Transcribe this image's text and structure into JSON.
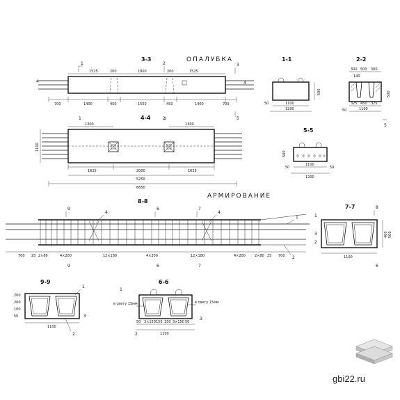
{
  "sections": {
    "formwork_title": "ОПАЛУБКА",
    "reinforcement_title": "АРМИРОВАНИЕ",
    "s33": "3-3",
    "s44": "4-4",
    "s11": "1-1",
    "s22": "2-2",
    "s55": "5-5",
    "s88": "8-8",
    "s77": "7-7",
    "s99": "9-9",
    "s66": "6-6"
  },
  "markers": {
    "m1": "1",
    "m2": "2",
    "m3": "3",
    "m4": "4",
    "m5": "5",
    "m6": "6",
    "m7": "7",
    "m8": "8",
    "m9": "9"
  },
  "dims33": {
    "top": [
      "1525",
      "200",
      "1800",
      "200",
      "1525"
    ],
    "bottom": [
      "700",
      "1400",
      "450",
      "1550",
      "450",
      "1400",
      "700"
    ]
  },
  "dims44": {
    "top_left": "1300",
    "top_right": "1300",
    "left": "1100",
    "row1": [
      "1625",
      "2000",
      "1625"
    ],
    "total1": "5250",
    "total2": "6650"
  },
  "dims11": {
    "w1": "1100",
    "w2": "1200",
    "left": "50",
    "right": "500"
  },
  "dims22": {
    "top": [
      "300",
      "500",
      "300"
    ],
    "mid": [
      "140"
    ],
    "bot": [
      "325",
      "450",
      "325"
    ],
    "w": "1100",
    "left": "50",
    "right": "500"
  },
  "dims55": {
    "w1": "1100",
    "w2": "1200",
    "left1": "500",
    "left2": "50",
    "right": "50"
  },
  "dims88": {
    "bottom": [
      "700",
      "25",
      "2×80",
      "4×200",
      "12×180",
      "4×200",
      "12×180",
      "4×200",
      "2×80",
      "25",
      "700"
    ]
  },
  "dims77": {
    "w": "1100",
    "h1": "500",
    "h2": "400"
  },
  "dims99": {
    "w": "1100",
    "l1": "50",
    "l2": "100",
    "l3": "200",
    "l4": "200"
  },
  "dims66": {
    "note_left": "в свету 15мм",
    "note_right": "в свету 15мм",
    "bottom": [
      "50",
      "3×150",
      "150",
      "150",
      "3×150",
      "50"
    ],
    "w": "1100"
  },
  "watermark": "gbi22.ru"
}
